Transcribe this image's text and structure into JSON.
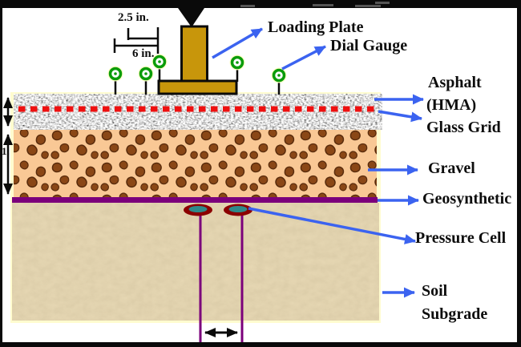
{
  "diagram": {
    "type": "pavement-test-cross-section",
    "callouts": {
      "loading_plate": "Loading Plate",
      "dial_gauge": "Dial Gauge",
      "asphalt_line1": "Asphalt",
      "asphalt_line2": "(HMA)",
      "glass_grid": "Glass Grid",
      "gravel": "Gravel",
      "geosynthetic": "Geosynthetic",
      "pressure_cell": "Pressure Cell",
      "soil_line1": "Soil",
      "soil_line2": "Subgrade"
    },
    "dimensions": {
      "plate_offset_small": "2.5 in.",
      "plate_offset_large": "6 in.",
      "left_edge_fragment": "1."
    },
    "icons": {
      "load_arrow": "black-down-arrow",
      "dial_gauge_symbol": "green-circle-gauge",
      "thickness_arrows": "vertical-double-arrow",
      "spacing_arrow": "horizontal-double-arrow",
      "callout_arrow": "blue-arrow"
    },
    "colors": {
      "arrow_blue": "#3B63F0",
      "loading_plate_gold": "#C8960B",
      "glass_grid_red": "#EE1010",
      "geosynthetic_purple": "#7B007B",
      "gravel_background": "#F9C895",
      "pebble_brown": "#8A4716",
      "soil_tan": "#E7D8B4",
      "dial_gauge_green": "#0A9C0A",
      "pressure_cell_ring": "#8B0000",
      "pressure_cell_fill": "#2E8A8A",
      "crop_border_black": "#0A0A0A"
    }
  }
}
